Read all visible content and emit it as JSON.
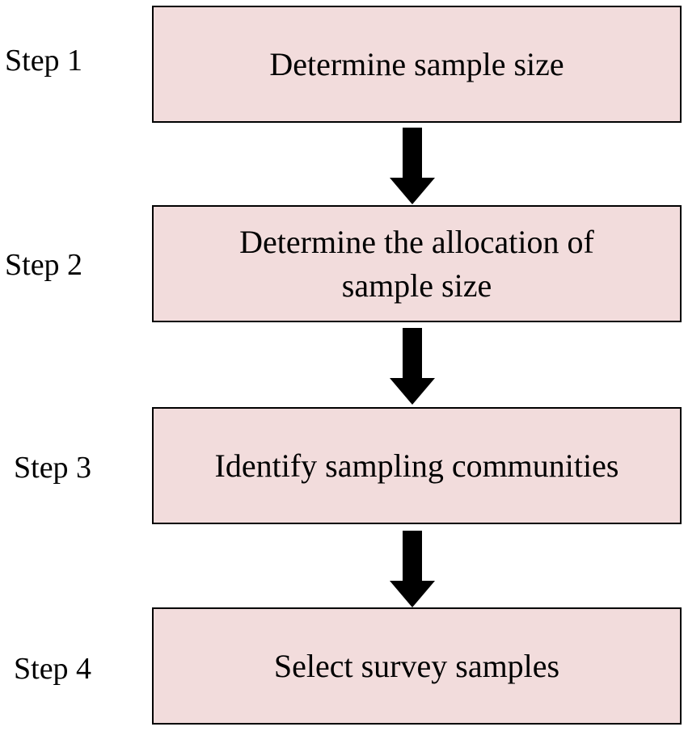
{
  "colors": {
    "box_fill": "#f2dcdc",
    "box_border": "#000000",
    "arrow": "#000000",
    "text": "#000000"
  },
  "steps": [
    {
      "label": "Step 1",
      "box_lines": [
        "Determine sample size"
      ]
    },
    {
      "label": "Step 2",
      "box_lines": [
        "Determine the allocation of",
        "sample size"
      ]
    },
    {
      "label": "Step 3",
      "box_lines": [
        "Identify sampling communities"
      ]
    },
    {
      "label": "Step 4",
      "box_lines": [
        "Select survey samples"
      ]
    }
  ]
}
